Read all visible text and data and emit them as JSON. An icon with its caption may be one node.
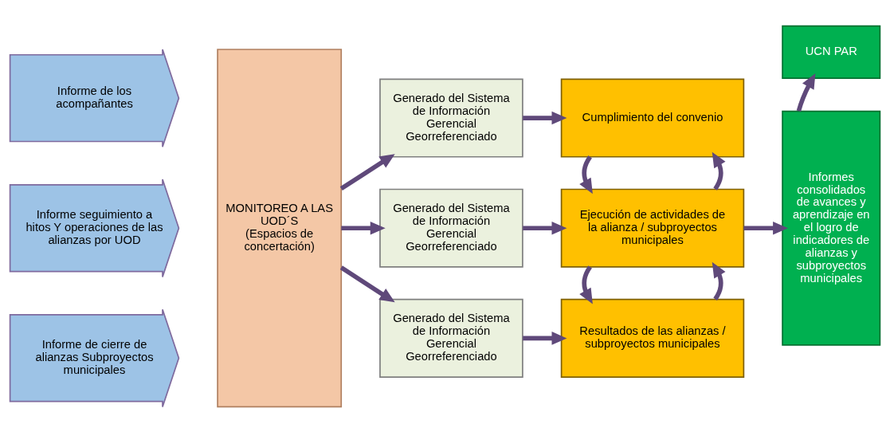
{
  "diagram": {
    "nodes": [
      {
        "text": [
          "Informe de los acompañantes"
        ]
      },
      {
        "text": [
          "Informe seguimiento a hitos Y operaciones de las alianzas por UOD"
        ]
      },
      {
        "text": [
          "Informe de cierre de alianzas Subproyectos municipales"
        ]
      },
      {
        "text": [
          "MONITOREO A LAS UOD´S",
          "(Espacios de concertación)"
        ]
      },
      {
        "text": [
          "Generado del Sistema de Información Gerencial Georreferenciado"
        ]
      },
      {
        "text": [
          "Generado del Sistema de Información Gerencial Georreferenciado"
        ]
      },
      {
        "text": [
          "Generado del Sistema de Información Gerencial Georreferenciado"
        ]
      },
      {
        "text": [
          "Cumplimiento del convenio"
        ]
      },
      {
        "text": [
          "Ejecución de actividades de la alianza / subproyectos municipales"
        ]
      },
      {
        "text": [
          "Resultados de las alianzas / subproyectos municipales"
        ]
      },
      {
        "text": [
          "UCN PAR"
        ]
      },
      {
        "text": [
          "Informes consolidados de avances y aprendizaje en el logro de indicadores de alianzas y subproyectos municipales"
        ]
      }
    ],
    "edges": [
      {
        "from": 3,
        "to": 4,
        "arrow": "to"
      },
      {
        "from": 3,
        "to": 5,
        "arrow": "to"
      },
      {
        "from": 3,
        "to": 6,
        "arrow": "to"
      },
      {
        "from": 4,
        "to": 7,
        "arrow": "to"
      },
      {
        "from": 5,
        "to": 8,
        "arrow": "to"
      },
      {
        "from": 6,
        "to": 9,
        "arrow": "to"
      },
      {
        "from": 8,
        "to": 7,
        "arrow": "to"
      },
      {
        "from": 7,
        "to": 8,
        "arrow": "to"
      },
      {
        "from": 9,
        "to": 8,
        "arrow": "to"
      },
      {
        "from": 8,
        "to": 9,
        "arrow": "to"
      },
      {
        "from": 8,
        "to": 11,
        "arrow": "to"
      },
      {
        "from": 11,
        "to": 10,
        "arrow": "to"
      }
    ]
  }
}
